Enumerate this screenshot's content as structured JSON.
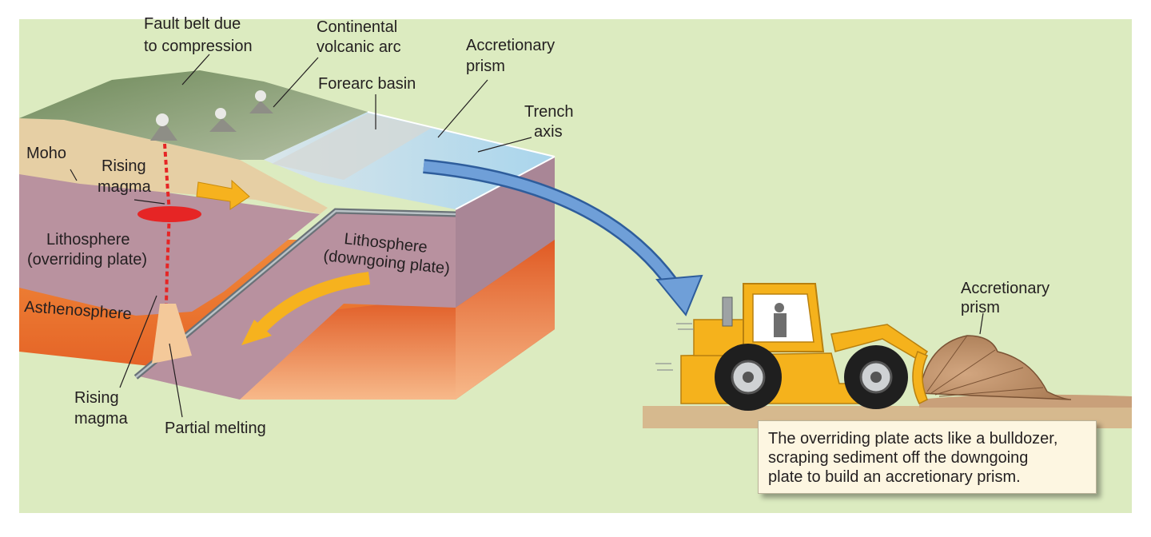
{
  "labels": {
    "fault_belt_1": "Fault belt due",
    "fault_belt_2": "to compression",
    "volcanic_arc_1": "Continental",
    "volcanic_arc_2": "volcanic arc",
    "accretionary_1": "Accretionary",
    "accretionary_2": "prism",
    "forearc": "Forearc basin",
    "trench_1": "Trench",
    "trench_2": "axis",
    "moho": "Moho",
    "rising_top_1": "Rising",
    "rising_top_2": "magma",
    "litho_over_1": "Lithosphere",
    "litho_over_2": "(overriding plate)",
    "litho_down_1": "Lithosphere",
    "litho_down_2": "(downgoing plate)",
    "asthenosphere": "Asthenosphere",
    "rising_bottom_1": "Rising",
    "rising_bottom_2": "magma",
    "partial_melting": "Partial melting",
    "bulldozer_prism_1": "Accretionary",
    "bulldozer_prism_2": "prism"
  },
  "caption": {
    "line1": "The overriding plate acts like a bulldozer,",
    "line2": "scraping sediment off the downgoing",
    "line3": "plate to build an accretionary prism."
  },
  "colors": {
    "background": "#dcebc0",
    "lithosphere": "#b7909e",
    "asthenosphere": "#e8692a",
    "crust": "#e6cfa4",
    "magma": "#e62525",
    "ocean": "#bfe0ef",
    "bulldozer": "#f5b21c",
    "arrow_blue": "#6f9fd8",
    "arrow_yellow": "#f6b21e"
  }
}
